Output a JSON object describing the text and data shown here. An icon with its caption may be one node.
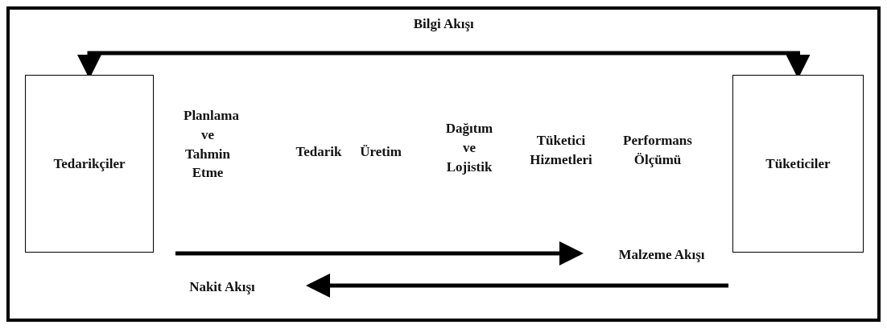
{
  "diagram": {
    "nodes": [
      {
        "text": [
          "Tedarikçiler"
        ]
      },
      {
        "text": [
          "Tüketiciler"
        ]
      }
    ],
    "edges": [
      {
        "from": 0,
        "to": 1,
        "arrow": "both",
        "label": "Bilgi Akışı"
      }
    ],
    "labels": [
      "Planlama ve Tahmin Etme",
      "Tedarik",
      "Üretim",
      "Dağıtım ve Lojistik",
      "Tüketici Hizmetleri",
      "Performans Ölçümü",
      "Malzeme Akışı",
      "Nakit Akışı"
    ]
  }
}
